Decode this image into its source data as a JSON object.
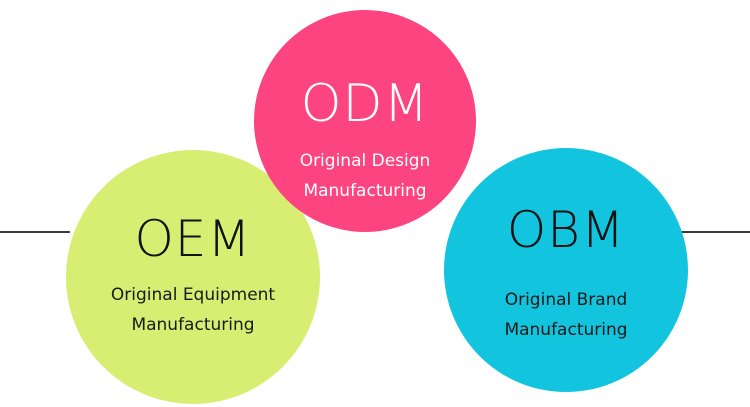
{
  "diagram": {
    "circles": [
      {
        "id": "oem",
        "abbr": "OEM",
        "full": "Original Equipment\nManufacturing",
        "color": "#d8ee73"
      },
      {
        "id": "odm",
        "abbr": "ODM",
        "full": "Original Design\nManufacturing",
        "color": "#fb4480"
      },
      {
        "id": "obm",
        "abbr": "OBM",
        "full": "Original Brand\nManufacturing",
        "color": "#12c4de"
      }
    ]
  }
}
